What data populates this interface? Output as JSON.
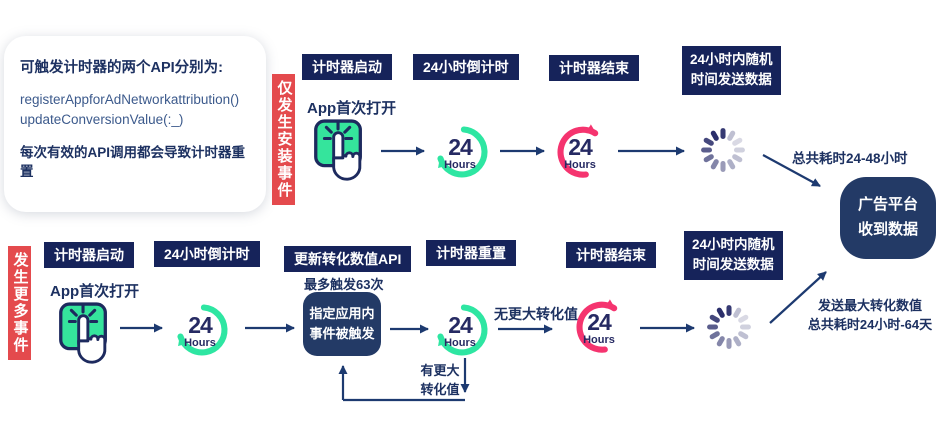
{
  "info_card": {
    "title": "可触发计时器的两个API分别为:",
    "api_line1": "registerAppforAdNetworkattribution()",
    "api_line2": "updateConversionValue(:_)",
    "note": "每次有效的API调用都会导致计时器重置"
  },
  "timer_icon": {
    "value": "24",
    "unit": "Hours"
  },
  "flow1": {
    "side_label": "仅发生安装事件",
    "badges": [
      "计时器启动",
      "24小时倒计时",
      "计时器结束"
    ],
    "badge_random_l1": "24小时内随机",
    "badge_random_l2": "时间发送数据",
    "app_open": "App首次打开",
    "duration": "总共耗时24-48小时"
  },
  "flow2": {
    "side_label": "发生更多事件",
    "badges": [
      "计时器启动",
      "24小时倒计时",
      "更新转化数值API",
      "计时器重置",
      "计时器结束"
    ],
    "badge_random_l1": "24小时内随机",
    "badge_random_l2": "时间发送数据",
    "app_open": "App首次打开",
    "max_trigger": "最多触发63次",
    "event_box_l1": "指定应用内",
    "event_box_l2": "事件被触发",
    "no_greater": "无更大转化值",
    "greater_l1": "有更大",
    "greater_l2": "转化值",
    "result_l1": "发送最大转化数值",
    "result_l2": "总共耗时24小时-64天"
  },
  "platform_box": {
    "line1": "广告平台",
    "line2": "收到数据"
  },
  "colors": {
    "navy": "#16235a",
    "box_navy": "#233a66",
    "red": "#e44a4d",
    "green": "#2ee6a2",
    "pink": "#f5346f",
    "arrow": "#1d3a70"
  }
}
